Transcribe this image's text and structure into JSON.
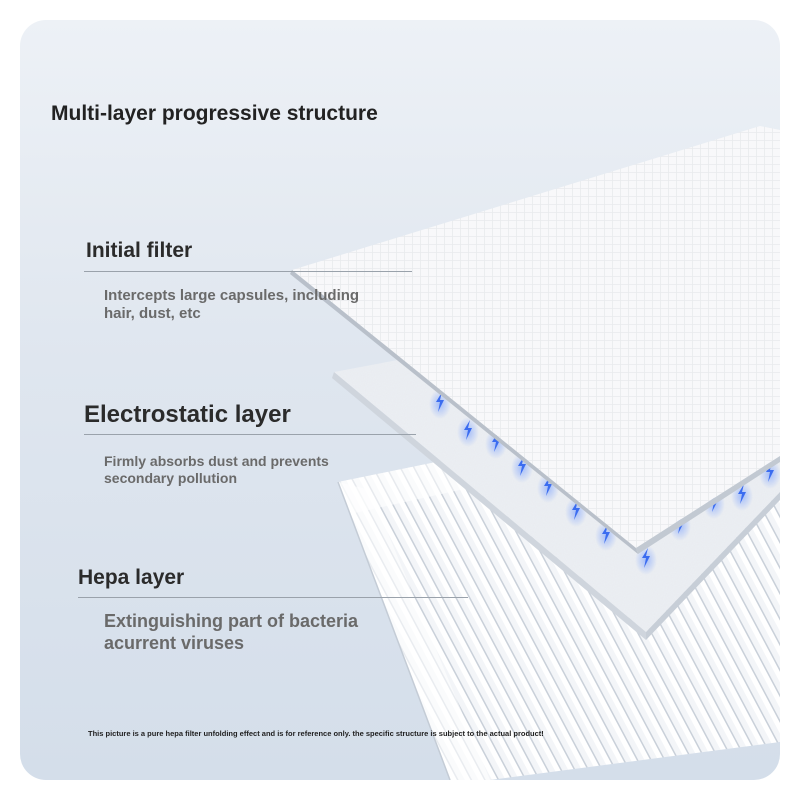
{
  "title": "Multi-layer progressive structure",
  "layers": [
    {
      "name": "Initial filter",
      "description": "Intercepts large capsules, including hair, dust, etc"
    },
    {
      "name": "Electrostatic layer",
      "description": "Firmly absorbs dust and prevents secondary pollution"
    },
    {
      "name": "Hepa layer",
      "description": "Extinguishing part of bacteria acurrent viruses"
    }
  ],
  "disclaimer": "This picture is a pure hepa filter unfolding effect and is for reference only. the specific structure is subject to the actual product!",
  "colors": {
    "background_top": "#edf1f6",
    "background_bottom": "#d4deea",
    "heading_text": "#2b2b2b",
    "description_text": "#6a6a6a",
    "accent_static": "#3b6cf0"
  },
  "icons": [
    "lightning-bolt-icon"
  ]
}
